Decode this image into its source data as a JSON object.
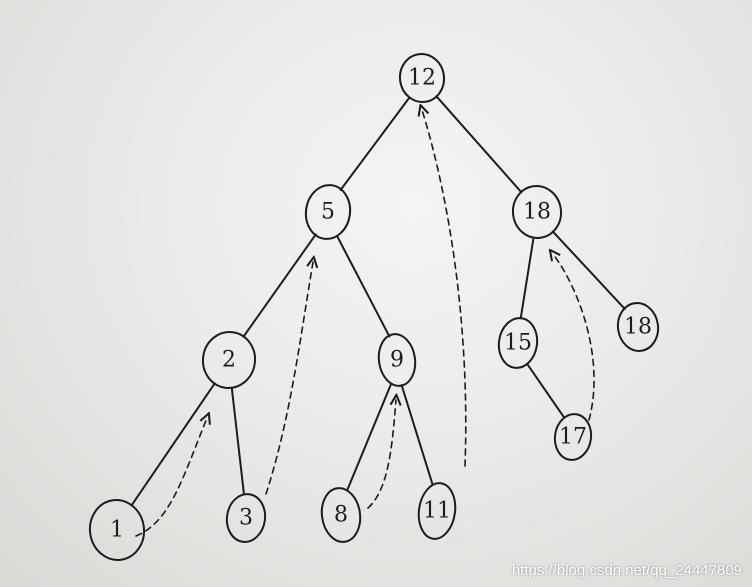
{
  "tree": {
    "nodes": [
      {
        "id": "n12",
        "label": "12"
      },
      {
        "id": "n5",
        "label": "5"
      },
      {
        "id": "n18a",
        "label": "18"
      },
      {
        "id": "n2",
        "label": "2"
      },
      {
        "id": "n9",
        "label": "9"
      },
      {
        "id": "n15",
        "label": "15"
      },
      {
        "id": "n18b",
        "label": "18"
      },
      {
        "id": "n17",
        "label": "17"
      },
      {
        "id": "n1",
        "label": "1"
      },
      {
        "id": "n3",
        "label": "3"
      },
      {
        "id": "n8",
        "label": "8"
      },
      {
        "id": "n11",
        "label": "11"
      }
    ],
    "edges": [
      [
        "n12",
        "n5"
      ],
      [
        "n12",
        "n18a"
      ],
      [
        "n5",
        "n2"
      ],
      [
        "n5",
        "n9"
      ],
      [
        "n18a",
        "n15"
      ],
      [
        "n18a",
        "n18b"
      ],
      [
        "n2",
        "n1"
      ],
      [
        "n2",
        "n3"
      ],
      [
        "n9",
        "n8"
      ],
      [
        "n9",
        "n11"
      ],
      [
        "n15",
        "n17"
      ]
    ],
    "threads": [
      [
        "n1",
        "n2"
      ],
      [
        "n3",
        "n5"
      ],
      [
        "n8",
        "n9"
      ],
      [
        "n11",
        "n12"
      ],
      [
        "n17",
        "n18a"
      ]
    ]
  },
  "watermark": "https://blog.csdn.net/qq_24447809"
}
